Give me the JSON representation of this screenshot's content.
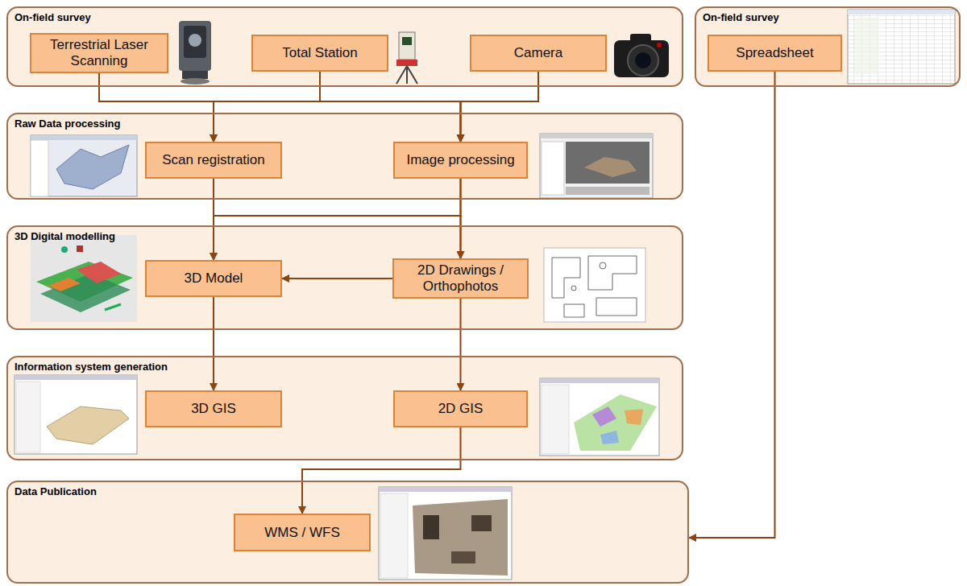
{
  "diagram": {
    "nodes": [
      {
        "text": [
          "On-field survey"
        ]
      },
      {
        "text": [
          "Terrestrial Laser Scanning"
        ],
        "in": 0
      },
      {
        "text": [
          "Total Station"
        ],
        "in": 0
      },
      {
        "text": [
          "Camera"
        ],
        "in": 0
      },
      {
        "text": [
          "On-field survey"
        ]
      },
      {
        "text": [
          "Spreadsheet"
        ],
        "in": 4
      },
      {
        "text": [
          "Raw Data processing"
        ]
      },
      {
        "text": [
          "Scan registration"
        ],
        "in": 6
      },
      {
        "text": [
          "Image processing"
        ],
        "in": 6
      },
      {
        "text": [
          "3D Digital modelling"
        ]
      },
      {
        "text": [
          "3D Model"
        ],
        "in": 9
      },
      {
        "text": [
          "2D Drawings / Orthophotos"
        ],
        "in": 9
      },
      {
        "text": [
          "Information system generation"
        ]
      },
      {
        "text": [
          "3D GIS"
        ],
        "in": 12
      },
      {
        "text": [
          "2D GIS"
        ],
        "in": 12
      },
      {
        "text": [
          "Data Publication"
        ]
      },
      {
        "text": [
          "WMS / WFS"
        ],
        "in": 15
      }
    ],
    "edges": [
      {
        "from": 1,
        "to": 7,
        "arrow": "to"
      },
      {
        "from": 1,
        "to": 8,
        "arrow": "to"
      },
      {
        "from": 2,
        "to": 7,
        "arrow": "to"
      },
      {
        "from": 2,
        "to": 8,
        "arrow": "to"
      },
      {
        "from": 3,
        "to": 7,
        "arrow": "to"
      },
      {
        "from": 3,
        "to": 8,
        "arrow": "to"
      },
      {
        "from": 7,
        "to": 10,
        "arrow": "to"
      },
      {
        "from": 7,
        "to": 11,
        "arrow": "to"
      },
      {
        "from": 8,
        "to": 10,
        "arrow": "to"
      },
      {
        "from": 8,
        "to": 11,
        "arrow": "to"
      },
      {
        "from": 11,
        "to": 10,
        "arrow": "to"
      },
      {
        "from": 10,
        "to": 13,
        "arrow": "to"
      },
      {
        "from": 11,
        "to": 14,
        "arrow": "to"
      },
      {
        "from": 14,
        "to": 16,
        "arrow": "to"
      },
      {
        "from": 5,
        "to": 15,
        "arrow": "to"
      }
    ]
  }
}
